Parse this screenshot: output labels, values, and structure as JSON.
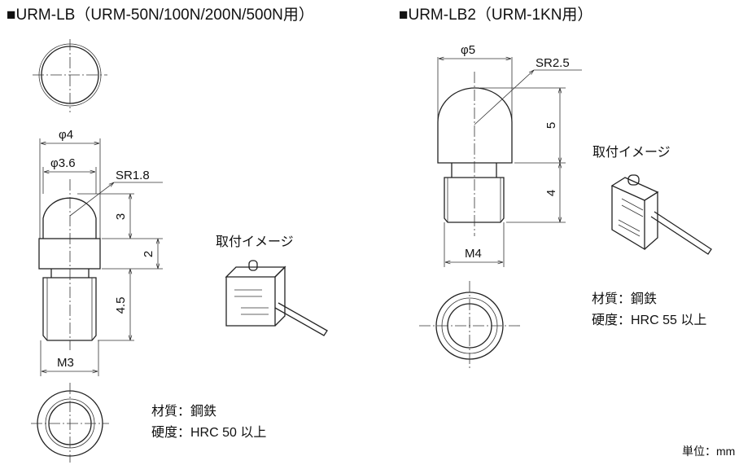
{
  "left": {
    "title": "■URM-LB（URM-50N/100N/200N/500N用）",
    "dims": {
      "outer_dia": "φ4",
      "inner_dia": "φ3.6",
      "sphere_radius": "SR1.8",
      "h_tip": "3",
      "h_collar": "2",
      "h_thread": "4.5",
      "thread": "M3"
    },
    "mount_label": "取付イメージ",
    "material": "材質：鋼鉄",
    "hardness": "硬度：HRC 50 以上"
  },
  "right": {
    "title": "■URM-LB2（URM-1KN用）",
    "dims": {
      "outer_dia": "φ5",
      "sphere_radius": "SR2.5",
      "h_tip": "5",
      "h_thread": "4",
      "thread": "M4"
    },
    "mount_label": "取付イメージ",
    "material": "材質：鋼鉄",
    "hardness": "硬度：HRC 55 以上"
  },
  "unit": "単位：mm"
}
